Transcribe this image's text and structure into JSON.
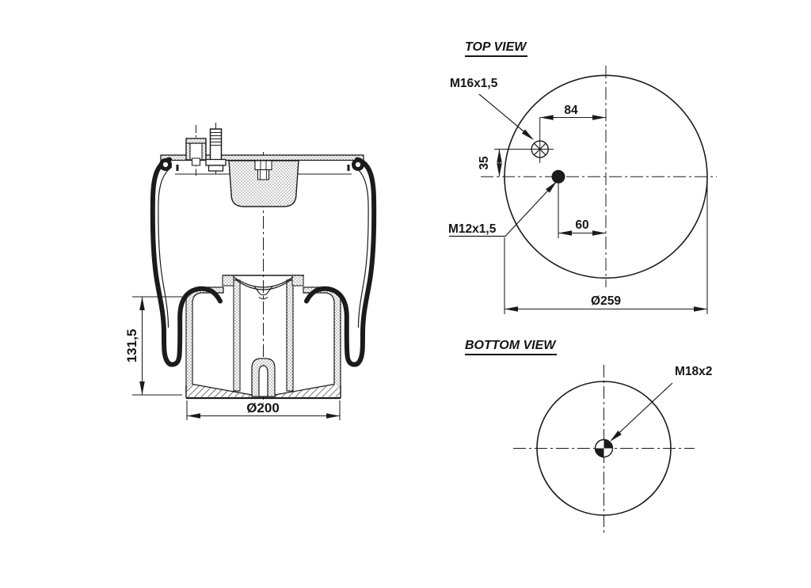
{
  "side_view": {
    "height_dim": "131,5",
    "base_diameter_dim": "Ø200"
  },
  "top_view": {
    "title": "TOP VIEW",
    "air_port_label": "M16x1,5",
    "stud_label": "M12x1,5",
    "offset_84": "84",
    "offset_35": "35",
    "offset_60": "60",
    "outer_diameter": "Ø259"
  },
  "bottom_view": {
    "title": "BOTTOM VIEW",
    "bolt_label": "M18x2"
  },
  "colors": {
    "line": "#1b1b1b",
    "background": "#ffffff"
  }
}
